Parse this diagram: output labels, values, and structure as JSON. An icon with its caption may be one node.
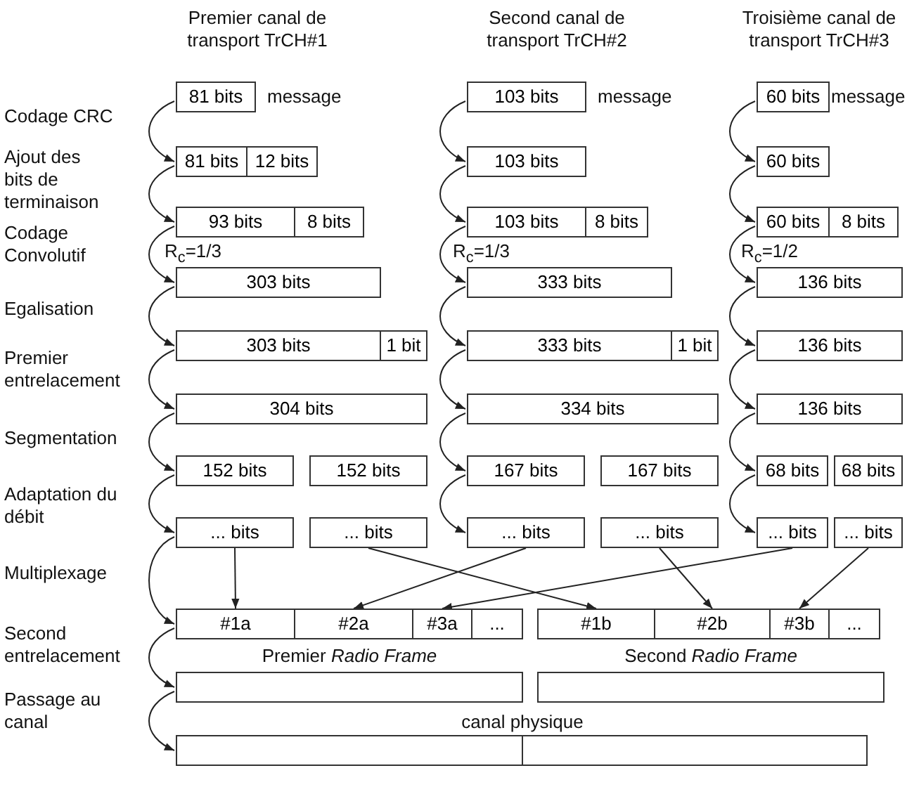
{
  "diagram": {
    "nodes": [
      {
        "text": [
          "81 bits"
        ]
      },
      {
        "text": [
          "103 bits"
        ]
      },
      {
        "text": [
          "60 bits"
        ]
      },
      {
        "text": [
          "81 bits"
        ]
      },
      {
        "text": [
          "12 bits"
        ]
      },
      {
        "text": [
          "103 bits"
        ]
      },
      {
        "text": [
          "60 bits"
        ]
      },
      {
        "text": [
          "93 bits"
        ]
      },
      {
        "text": [
          "8 bits"
        ]
      },
      {
        "text": [
          "103 bits"
        ]
      },
      {
        "text": [
          "8 bits"
        ]
      },
      {
        "text": [
          "60 bits"
        ]
      },
      {
        "text": [
          "8 bits"
        ]
      },
      {
        "text": [
          "303 bits"
        ]
      },
      {
        "text": [
          "333 bits"
        ]
      },
      {
        "text": [
          "136 bits"
        ]
      },
      {
        "text": [
          "303 bits"
        ]
      },
      {
        "text": [
          "1 bit"
        ]
      },
      {
        "text": [
          "333 bits"
        ]
      },
      {
        "text": [
          "1 bit"
        ]
      },
      {
        "text": [
          "136 bits"
        ]
      },
      {
        "text": [
          "304 bits"
        ]
      },
      {
        "text": [
          "334 bits"
        ]
      },
      {
        "text": [
          "136 bits"
        ]
      },
      {
        "text": [
          "152 bits"
        ]
      },
      {
        "text": [
          "152 bits"
        ]
      },
      {
        "text": [
          "167 bits"
        ]
      },
      {
        "text": [
          "167 bits"
        ]
      },
      {
        "text": [
          "68 bits"
        ]
      },
      {
        "text": [
          "68 bits"
        ]
      },
      {
        "text": [
          "... bits"
        ]
      },
      {
        "text": [
          "... bits"
        ]
      },
      {
        "text": [
          "... bits"
        ]
      },
      {
        "text": [
          "... bits"
        ]
      },
      {
        "text": [
          "... bits"
        ]
      },
      {
        "text": [
          "... bits"
        ]
      },
      {
        "text": [
          "#1a"
        ]
      },
      {
        "text": [
          "#2a"
        ]
      },
      {
        "text": [
          "#3a"
        ]
      },
      {
        "text": [
          "..."
        ]
      },
      {
        "text": [
          "#1b"
        ]
      },
      {
        "text": [
          "#2b"
        ]
      },
      {
        "text": [
          "#3b"
        ]
      },
      {
        "text": [
          "..."
        ]
      },
      {
        "text": [],
        "shape": "box"
      },
      {
        "text": [],
        "shape": "box"
      },
      {
        "text": [],
        "shape": "box"
      },
      {
        "text": [],
        "shape": "box"
      }
    ],
    "edges": [
      {
        "from": 0,
        "to": 3,
        "arrow": "to"
      },
      {
        "from": 3,
        "to": 7,
        "arrow": "to"
      },
      {
        "from": 7,
        "to": 13,
        "arrow": "to"
      },
      {
        "from": 13,
        "to": 16,
        "arrow": "to"
      },
      {
        "from": 16,
        "to": 21,
        "arrow": "to"
      },
      {
        "from": 21,
        "to": 24,
        "arrow": "to"
      },
      {
        "from": 24,
        "to": 30,
        "arrow": "to"
      },
      {
        "from": 30,
        "to": 36,
        "arrow": "to"
      },
      {
        "from": 36,
        "to": 44,
        "arrow": "to"
      },
      {
        "from": 44,
        "to": 46,
        "arrow": "to"
      },
      {
        "from": 1,
        "to": 5,
        "arrow": "to"
      },
      {
        "from": 5,
        "to": 9,
        "arrow": "to"
      },
      {
        "from": 9,
        "to": 14,
        "arrow": "to"
      },
      {
        "from": 14,
        "to": 18,
        "arrow": "to"
      },
      {
        "from": 18,
        "to": 22,
        "arrow": "to"
      },
      {
        "from": 22,
        "to": 26,
        "arrow": "to"
      },
      {
        "from": 26,
        "to": 32,
        "arrow": "to"
      },
      {
        "from": 2,
        "to": 6,
        "arrow": "to"
      },
      {
        "from": 6,
        "to": 11,
        "arrow": "to"
      },
      {
        "from": 11,
        "to": 15,
        "arrow": "to"
      },
      {
        "from": 15,
        "to": 20,
        "arrow": "to"
      },
      {
        "from": 20,
        "to": 23,
        "arrow": "to"
      },
      {
        "from": 23,
        "to": 28,
        "arrow": "to"
      },
      {
        "from": 28,
        "to": 34,
        "arrow": "to"
      },
      {
        "from": 30,
        "to": 36,
        "arrow": "to"
      },
      {
        "from": 31,
        "to": 40,
        "arrow": "to"
      },
      {
        "from": 32,
        "to": 37,
        "arrow": "to"
      },
      {
        "from": 33,
        "to": 41,
        "arrow": "to"
      },
      {
        "from": 34,
        "to": 38,
        "arrow": "to"
      },
      {
        "from": 35,
        "to": 42,
        "arrow": "to"
      }
    ],
    "labels": [
      "Premier canal de transport TrCH#1",
      "Second canal de transport TrCH#2",
      "Troisième canal de transport TrCH#3",
      "message",
      "message",
      "message",
      "Codage CRC",
      "Ajout des bits de terminaison",
      "Codage Convolutif",
      "R$_{c}$=1/3",
      "R$_{c}$=1/3",
      "R$_{c}$=1/2",
      "Egalisation",
      "Premier entrelacement",
      "Segmentation",
      "Adaptation du débit",
      "Multiplexage",
      "Second entrelacement",
      "Premier *Radio Frame*",
      "Second *Radio Frame*",
      "Passage au canal",
      "canal physique"
    ]
  }
}
